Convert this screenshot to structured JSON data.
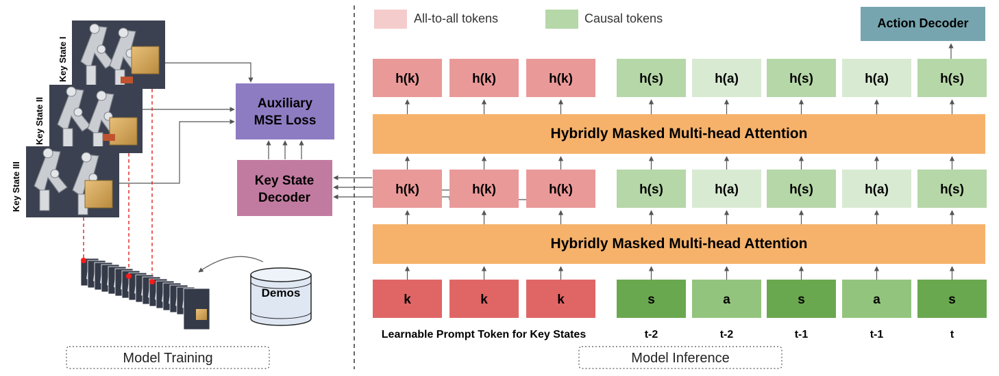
{
  "legend": {
    "all_to_all": {
      "label": "All-to-all tokens",
      "color": "#f4cccc"
    },
    "causal": {
      "label": "Causal tokens",
      "color": "#b6d7a8"
    }
  },
  "training": {
    "key_states": [
      "Key State I",
      "Key State II",
      "Key State III"
    ],
    "loss_label": [
      "Auxiliary",
      "MSE Loss"
    ],
    "decoder_label": [
      "Key State",
      "Decoder"
    ],
    "demos_label": "Demos",
    "section_label": "Model Training"
  },
  "inference": {
    "action_decoder": "Action Decoder",
    "attention_label": "Hybridly Masked Multi-head Attention",
    "top_tokens": [
      "h(k)",
      "h(k)",
      "h(k)",
      "h(s)",
      "h(a)",
      "h(s)",
      "h(a)",
      "h(s)"
    ],
    "mid_tokens": [
      "h(k)",
      "h(k)",
      "h(k)",
      "h(s)",
      "h(a)",
      "h(s)",
      "h(a)",
      "h(s)"
    ],
    "input_tokens": [
      "k",
      "k",
      "k",
      "s",
      "a",
      "s",
      "a",
      "s"
    ],
    "prompt_caption": "Learnable Prompt Token for Key States",
    "time_labels": [
      "t-2",
      "t-2",
      "t-1",
      "t-1",
      "t"
    ],
    "section_label": "Model Inference"
  },
  "colors": {
    "key_hidden": "#ea9999",
    "key_input": "#e06666",
    "state_hidden": "#b6d7a8",
    "action_hidden": "#d9ead3",
    "state_input": "#6aa84f",
    "action_input": "#93c47d",
    "attention": "#f6b26b",
    "action_decoder": "#76a5af",
    "loss": "#8e7cc3",
    "decoder": "#c27ba0"
  }
}
